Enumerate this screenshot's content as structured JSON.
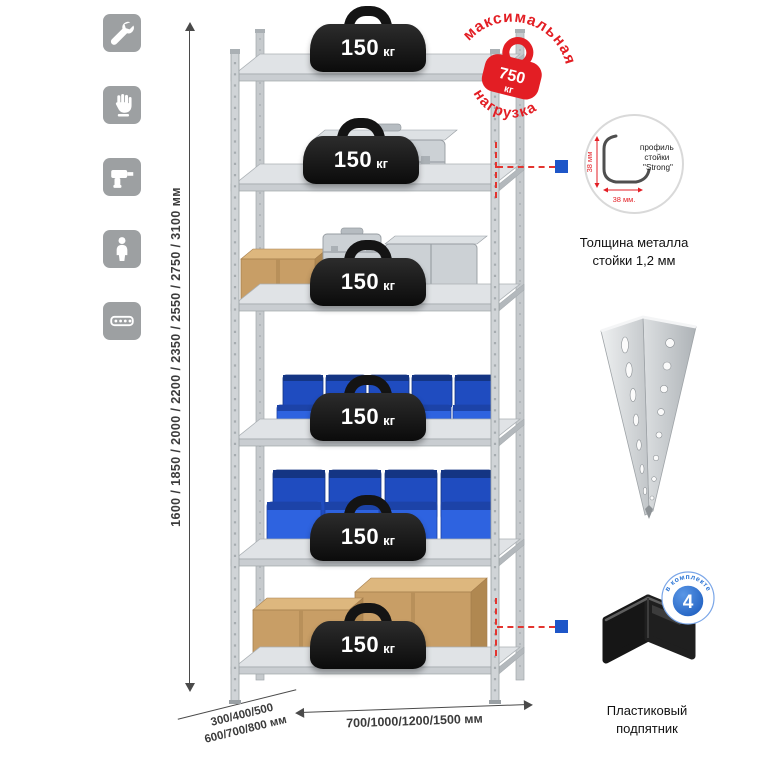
{
  "colors": {
    "accent_red": "#e3342f",
    "stamp_red": "#e31e24",
    "callout_blue": "#1e56c8",
    "badge_blue": "#2e77d6",
    "bin_blue": "#2e63e0",
    "icon_gray": "#9da0a2"
  },
  "feature_icons": [
    "wrench-icon",
    "glove-icon",
    "drill-icon",
    "person-icon",
    "perforated-strip-icon"
  ],
  "dimensions": {
    "height": "1600 / 1850 / 2000 / 2200 / 2350 / 2550 / 2750 / 3100 мм",
    "depth_line1": "300/400/500",
    "depth_line2": "600/700/800 мм",
    "width": "700/1000/1200/1500 мм"
  },
  "shelf_load": {
    "value": "150",
    "unit": "кг",
    "shelves_count": 6
  },
  "stamp": {
    "arc_top": "максимальная",
    "arc_bottom": "нагрузка",
    "value": "750",
    "unit": "кг"
  },
  "profile_callout": {
    "line1": "профиль",
    "line2": "стойки",
    "line3": "\"Strong\"",
    "dim_vertical": "38 мм",
    "dim_horizontal": "38 мм.",
    "caption_line1": "Толщина металла",
    "caption_line2": "стойки 1,2 мм"
  },
  "foot_callout": {
    "badge_value": "4",
    "badge_ring_text": "в комплекте",
    "caption_line1": "Пластиковый",
    "caption_line2": "подпятник"
  }
}
